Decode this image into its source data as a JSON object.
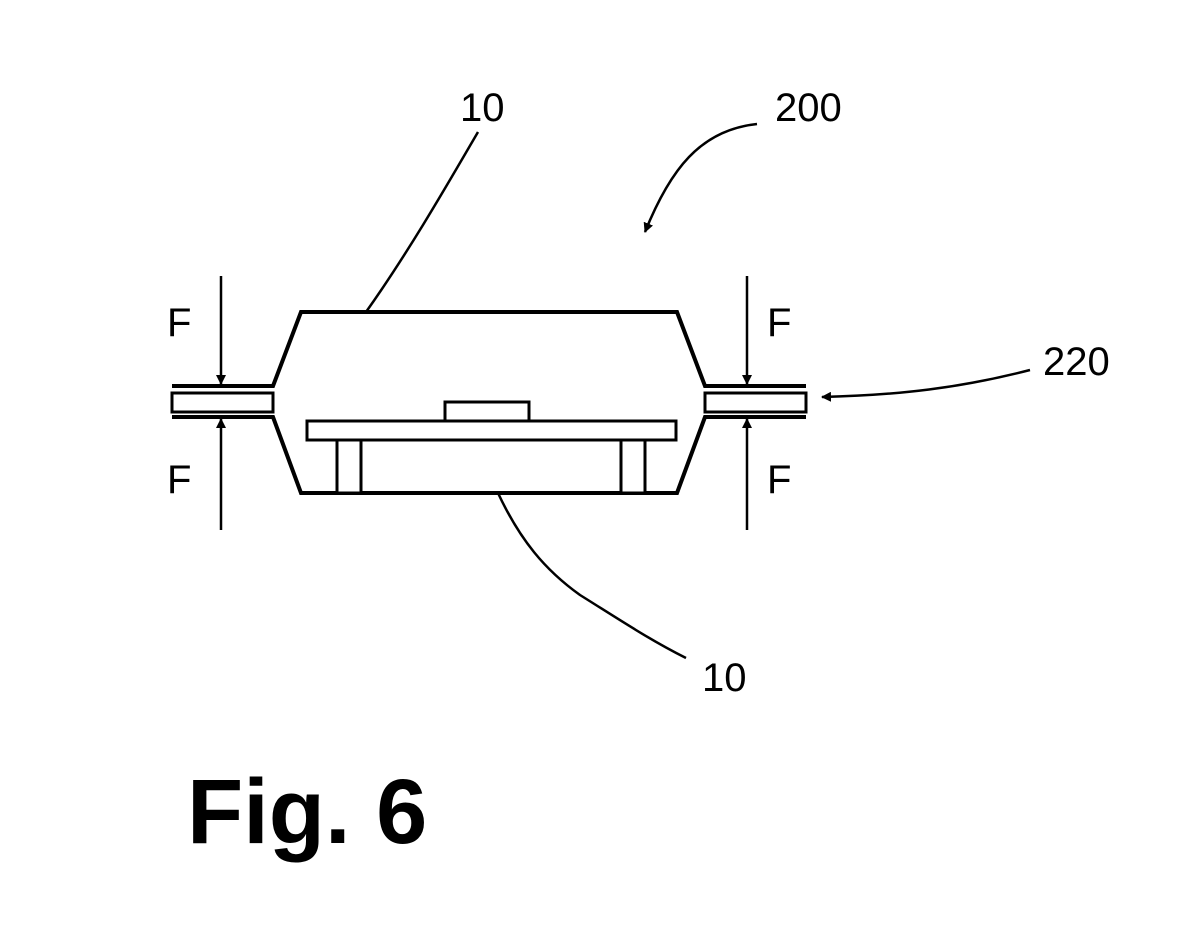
{
  "figure": {
    "caption": "Fig. 6",
    "references": {
      "top_package": "10",
      "bottom_package": "10",
      "assembly": "200",
      "seal_layer": "220"
    },
    "forces": {
      "top_left": "F",
      "bottom_left": "F",
      "top_right": "F",
      "bottom_right": "F"
    }
  }
}
